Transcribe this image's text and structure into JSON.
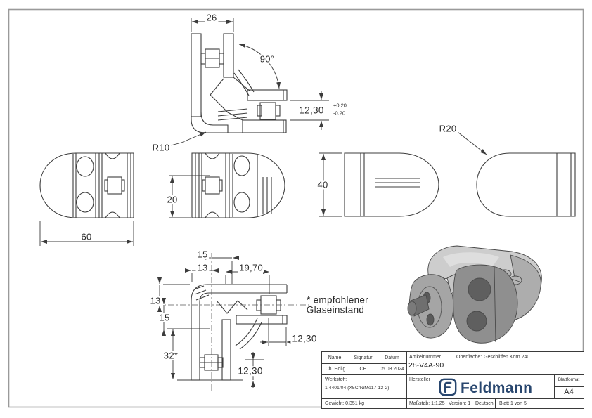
{
  "dims": {
    "top_width": "26",
    "top_angle": "90°",
    "top_gap": "12,30",
    "top_gap_tol_plus": "+0.20",
    "top_gap_tol_minus": "-0.20",
    "top_radius": "R10",
    "left_width": "60",
    "mid_height": "20",
    "side_height": "40",
    "right_radius": "R20",
    "bot_15_top": "15",
    "bot_13_top": "13",
    "bot_19_70": "19,70",
    "bot_13_left": "13",
    "bot_15_left": "15",
    "bot_32": "32*",
    "bot_12_30_right": "12,30",
    "bot_12_30_bottom": "12,30"
  },
  "note": {
    "line1": "* empfohlener",
    "line2": "Glaseinstand"
  },
  "title_block": {
    "name_label": "Name:",
    "signatur_label": "Signatur",
    "datum_label": "Datum",
    "name_value": "Ch. Hölig",
    "signatur_value": "CH",
    "datum_value": "05.03.2024",
    "artikelnummer_label": "Artikelnummer",
    "artikelnummer_value": "28-V4A-90",
    "oberflaeche_label": "Oberfläche:",
    "oberflaeche_value": "Geschliffen Korn 240",
    "werkstoff_label": "Werkstoff:",
    "werkstoff_value": "1.4401/04 (X5CrNiMo17-12-2)",
    "hersteller_label": "Hersteller",
    "brand_name": "Feldmann",
    "blattformat_label": "Blattformat",
    "blattformat_value": "A4",
    "gewicht": "Gewicht: 0.351 kg",
    "massstab": "Maßstab: 1:1.25",
    "version": "Version: 1",
    "sprache": "Deutsch",
    "blatt": "Blatt 1 von 5"
  },
  "colors": {
    "line": "#3c3c3c",
    "brand": "#28466e"
  }
}
